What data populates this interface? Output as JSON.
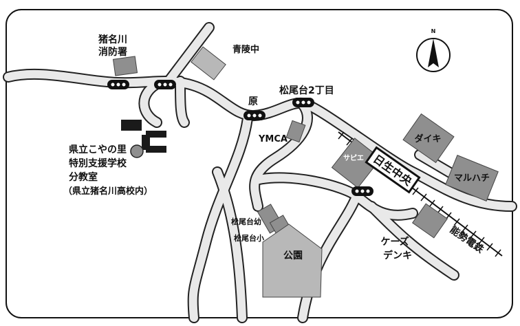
{
  "colors": {
    "road_fill": "#e9e9e9",
    "road_edge": "#222222",
    "building": "#8f8f8f",
    "building_light": "#b8b8b8",
    "school_mark": "#1a1a1a",
    "frame": "#111111"
  },
  "places": {
    "fire_station_line1": "猪名川",
    "fire_station_line2": "消防署",
    "seiryo_jhs": "青陵中",
    "hara": "原",
    "matsuodai_2chome": "松尾台2丁目",
    "ymca": "YMCA",
    "sapie": "サピエ",
    "nissei_chuo": "日生中央",
    "daiki": "ダイキ",
    "maruhachi": "マルハチ",
    "matsuodai_kindergarten": "松尾台幼",
    "matsuodai_elementary": "松尾台小",
    "park": "公園",
    "ks_denki_line1": "ケーズ",
    "ks_denki_line2": "デンキ",
    "nose_railway": "能勢電鉄"
  },
  "school": {
    "line1": "県立こやの里",
    "line2": "特別支援学校",
    "line3": "分教室",
    "line4": "（県立猪名川高校内）"
  },
  "compass": {
    "north": "N"
  },
  "icons": [
    "traffic-signal-icon",
    "north-arrow-icon",
    "railway-track-icon"
  ]
}
